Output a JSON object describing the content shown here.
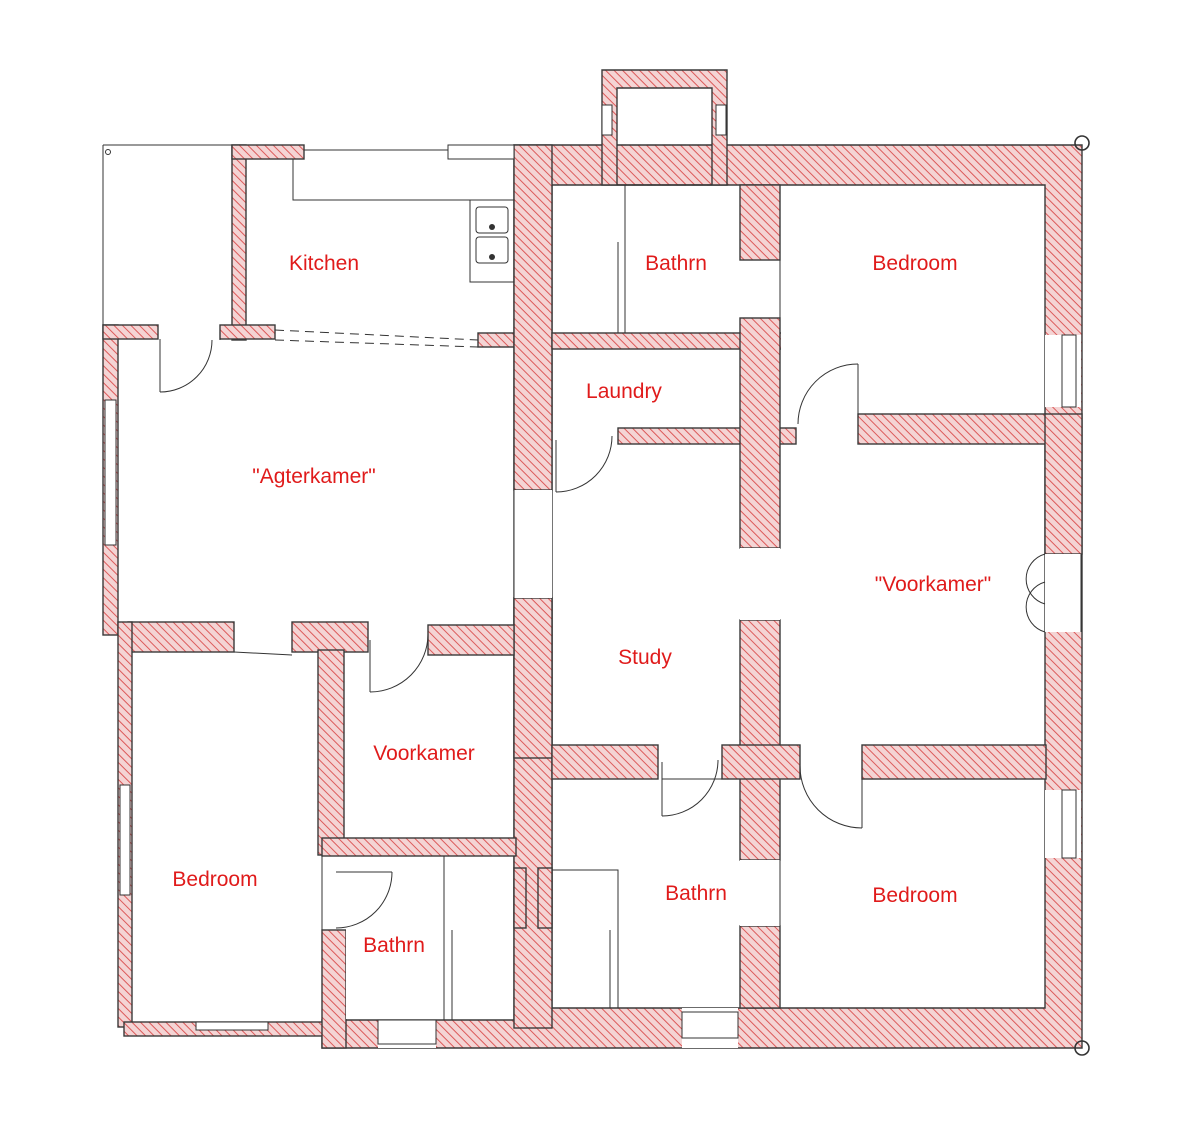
{
  "plan": {
    "label_color": "#e01b1b",
    "wall_fill": "#f4d4d4",
    "wall_hatch": "#dc5a5a",
    "rooms": [
      {
        "id": "kitchen",
        "label": "Kitchen"
      },
      {
        "id": "bathrn-top",
        "label": "Bathrn"
      },
      {
        "id": "bedroom-top-right",
        "label": "Bedroom"
      },
      {
        "id": "laundry",
        "label": "Laundry"
      },
      {
        "id": "agterkamer",
        "label": "\"Agterkamer\""
      },
      {
        "id": "voorkamer-quoted",
        "label": "\"Voorkamer\""
      },
      {
        "id": "study",
        "label": "Study"
      },
      {
        "id": "voorkamer",
        "label": "Voorkamer"
      },
      {
        "id": "bedroom-left",
        "label": "Bedroom"
      },
      {
        "id": "bathrn-middle",
        "label": "Bathrn"
      },
      {
        "id": "bedroom-bottom-right",
        "label": "Bedroom"
      },
      {
        "id": "bathrn-bottom-left",
        "label": "Bathrn"
      }
    ]
  }
}
